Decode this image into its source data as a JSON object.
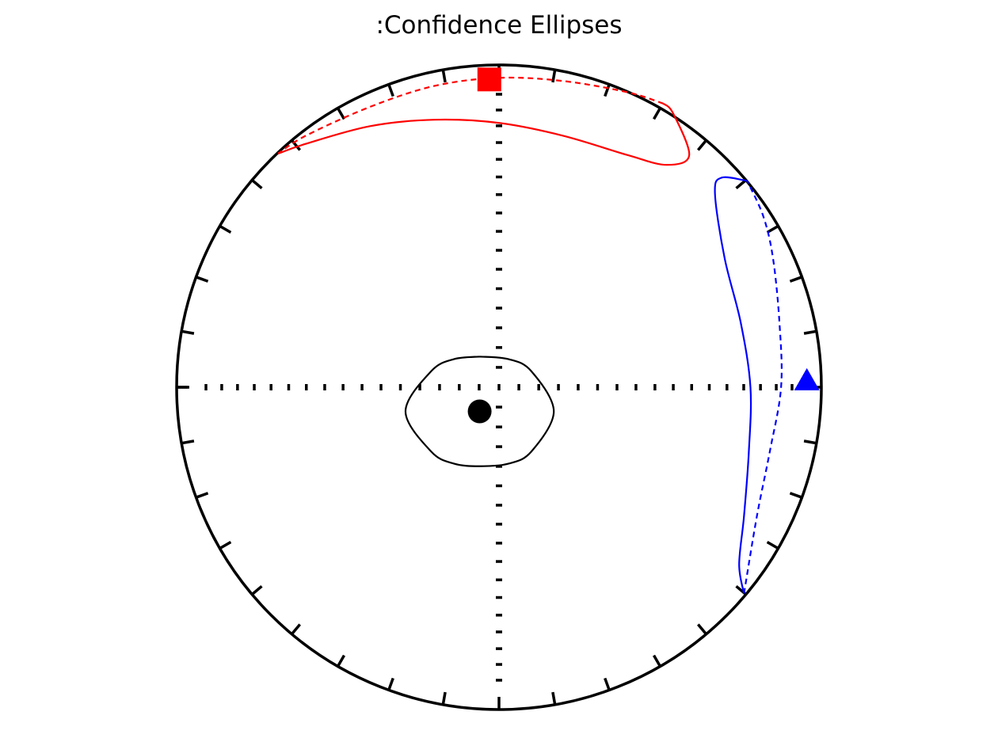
{
  "chart_data": {
    "type": "scatter",
    "title": ":Confidence Ellipses",
    "projection": "equal-area stereonet",
    "grid": "cross axes with ticks",
    "tick_interval_deg": 10,
    "points": [
      {
        "name": "",
        "marker": "circle",
        "color": "#000000",
        "x": -0.06,
        "y": -0.075
      },
      {
        "name": "",
        "marker": "square",
        "color": "#ff0000",
        "x": -0.03,
        "y": 0.955
      },
      {
        "name": "",
        "marker": "triangle",
        "color": "#0000ff",
        "x": 0.955,
        "y": 0.02
      }
    ],
    "ellipses": [
      {
        "color": "#000000",
        "segments": [
          {
            "style": "solid",
            "points": [
              [
                -0.06,
                0.095
              ],
              [
                0.03,
                0.087
              ],
              [
                0.1,
                0.05
              ],
              [
                0.17,
                -0.075
              ],
              [
                0.1,
                -0.2
              ],
              [
                0.03,
                -0.237
              ],
              [
                -0.06,
                -0.245
              ],
              [
                -0.14,
                -0.237
              ],
              [
                -0.21,
                -0.2
              ],
              [
                -0.29,
                -0.075
              ],
              [
                -0.21,
                0.05
              ],
              [
                -0.14,
                0.087
              ],
              [
                -0.06,
                0.095
              ]
            ]
          }
        ]
      },
      {
        "color": "#ff0000",
        "segments": [
          {
            "style": "solid",
            "points": [
              [
                -0.685,
                0.725
              ],
              [
                -0.6,
                0.755
              ],
              [
                -0.4,
                0.81
              ],
              [
                -0.2,
                0.83
              ],
              [
                0,
                0.82
              ],
              [
                0.2,
                0.78
              ],
              [
                0.4,
                0.72
              ],
              [
                0.52,
                0.69
              ],
              [
                0.59,
                0.72
              ],
              [
                0.54,
                0.85
              ],
              [
                0.51,
                0.88
              ]
            ]
          },
          {
            "style": "dashed",
            "points": [
              [
                0.51,
                0.88
              ],
              [
                0.4,
                0.915
              ],
              [
                0.2,
                0.95
              ],
              [
                0,
                0.96
              ],
              [
                -0.2,
                0.935
              ],
              [
                -0.4,
                0.87
              ],
              [
                -0.6,
                0.78
              ],
              [
                -0.685,
                0.725
              ]
            ]
          }
        ]
      },
      {
        "color": "#0000ff",
        "segments": [
          {
            "style": "solid",
            "points": [
              [
                0.77,
                0.64
              ],
              [
                0.69,
                0.65
              ],
              [
                0.67,
                0.6
              ],
              [
                0.7,
                0.4
              ],
              [
                0.75,
                0.2
              ],
              [
                0.78,
                0
              ],
              [
                0.775,
                -0.2
              ],
              [
                0.76,
                -0.4
              ],
              [
                0.745,
                -0.55
              ],
              [
                0.76,
                -0.64
              ]
            ]
          },
          {
            "style": "dashed",
            "points": [
              [
                0.76,
                -0.64
              ],
              [
                0.8,
                -0.4
              ],
              [
                0.84,
                -0.2
              ],
              [
                0.875,
                0
              ],
              [
                0.87,
                0.2
              ],
              [
                0.85,
                0.4
              ],
              [
                0.82,
                0.53
              ],
              [
                0.77,
                0.64
              ]
            ]
          }
        ]
      }
    ]
  }
}
